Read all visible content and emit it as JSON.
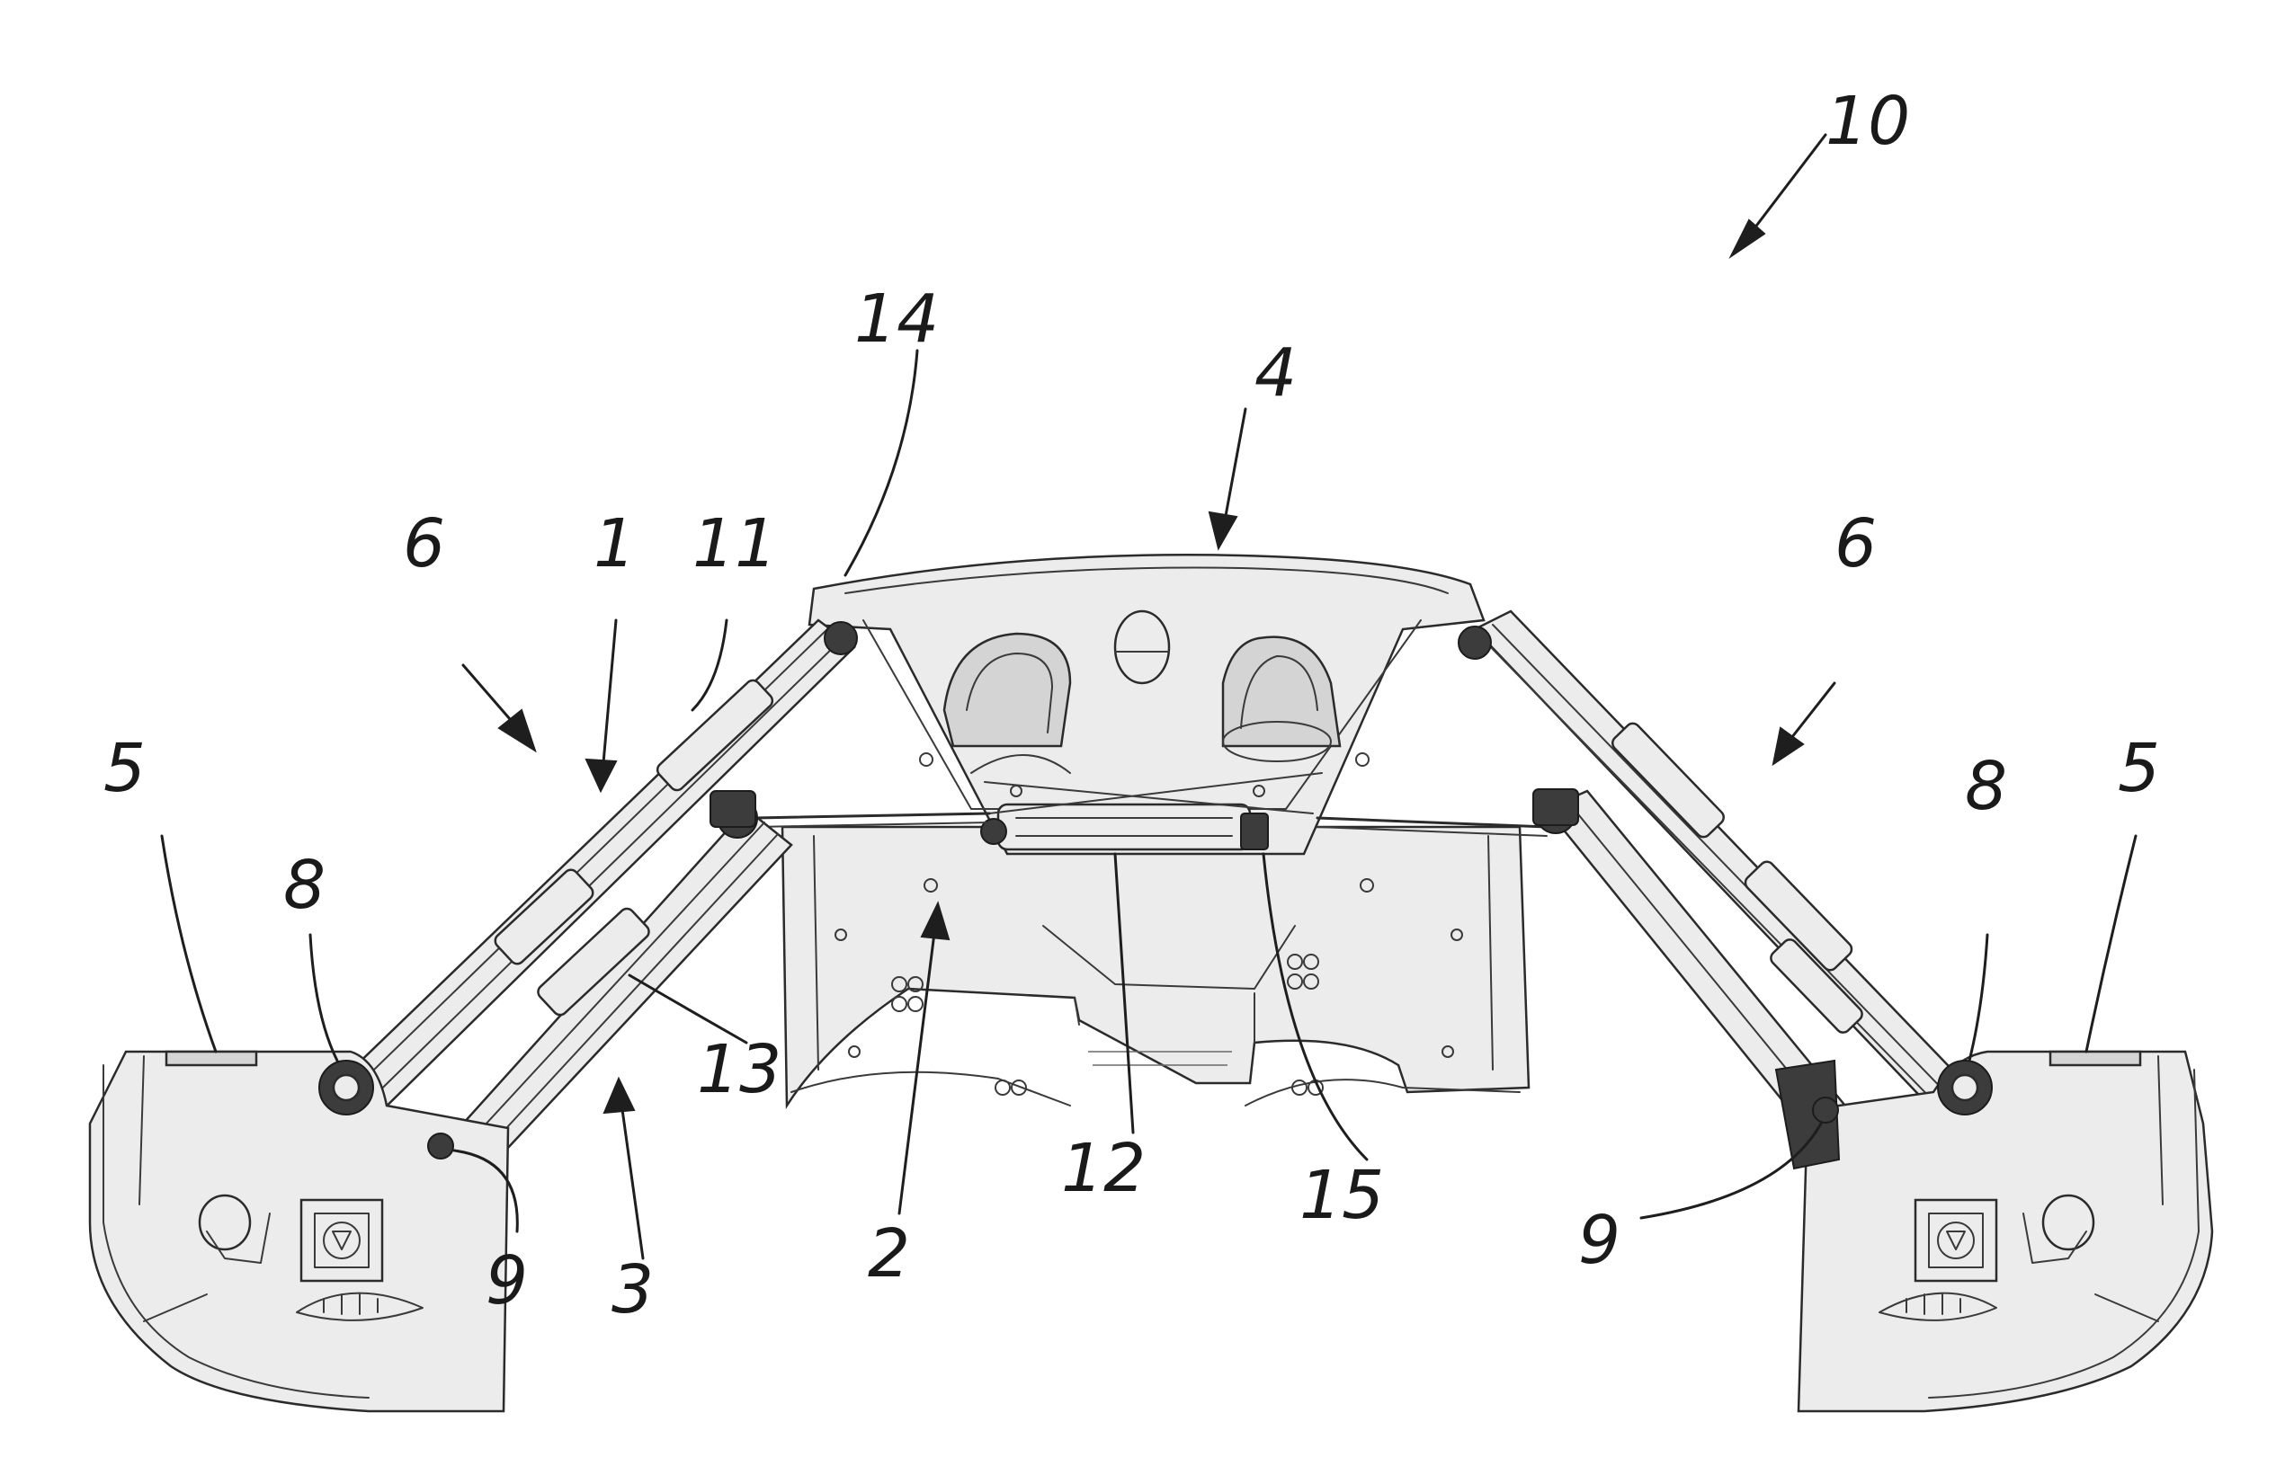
{
  "figure": {
    "reference_numerals": {
      "assembly": "10",
      "center_top": "4",
      "arm_left_group": "6",
      "arm_right_group": "6",
      "arm_upper_left": "1",
      "arm_member_11": "11",
      "arm_member_14": "14",
      "arm_member_13": "13",
      "arm_lower_left": "3",
      "center_body": "2",
      "actuator_12": "12",
      "mount_15": "15",
      "pod_left": "5",
      "pod_right": "5",
      "pivot_left_8": "8",
      "pivot_right_8": "8",
      "pivot_left_9": "9",
      "pivot_right_9": "9"
    }
  }
}
